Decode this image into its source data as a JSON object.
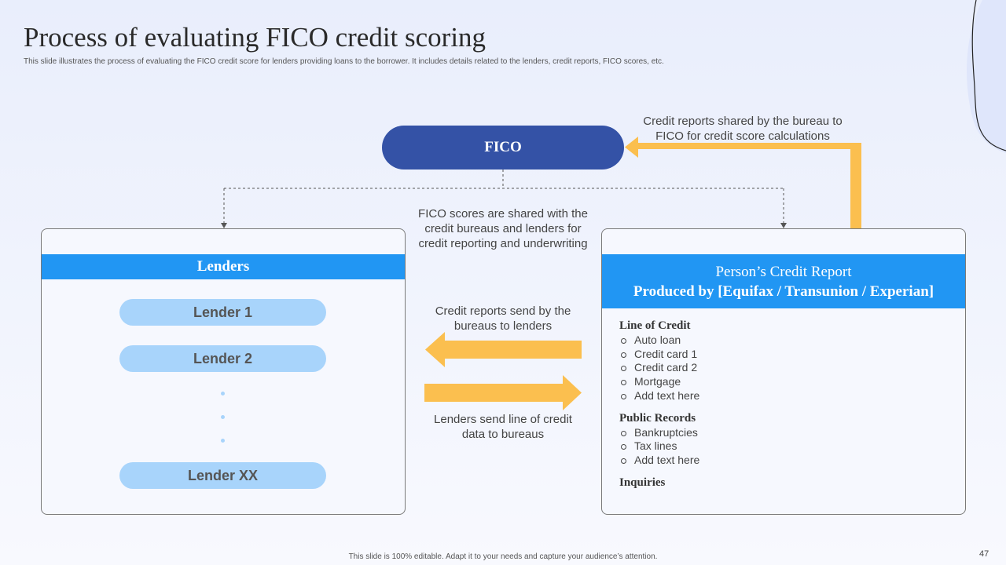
{
  "slide": {
    "title": "Process of evaluating FICO credit scoring",
    "subtitle": "This slide illustrates the process of evaluating the FICO credit score for lenders providing loans to the borrower. It includes details related to the lenders, credit reports, FICO scores, etc.",
    "footer": "This slide is 100% editable. Adapt it to your needs and capture your audience’s attention.",
    "page_number": "47"
  },
  "fico": {
    "label": "FICO"
  },
  "notes": {
    "bureau_to_fico": "Credit reports shared by the bureau to FICO for credit score calculations",
    "scores_shared": "FICO scores are shared with the credit bureaus and lenders for credit reporting and underwriting",
    "bureaus_to_lenders": "Credit reports send by the bureaus to lenders",
    "lenders_to_bureaus": "Lenders send line of credit data to bureaus"
  },
  "lenders": {
    "heading": "Lenders",
    "items": [
      "Lender 1",
      "Lender 2",
      "Lender XX"
    ]
  },
  "report": {
    "heading_line1": "Person’s Credit Report",
    "heading_line2": "Produced by [Equifax / Transunion / Experian]",
    "sections": [
      {
        "title": "Line of Credit",
        "items": [
          "Auto loan",
          "Credit card 1",
          "Credit card 2",
          "Mortgage",
          "Add text here"
        ]
      },
      {
        "title": "Public Records",
        "items": [
          "Bankruptcies",
          "Tax lines",
          "Add text here"
        ]
      },
      {
        "title": "Inquiries",
        "items": []
      }
    ]
  },
  "colors": {
    "fico_fill": "#3452a6",
    "band_blue": "#2196f3",
    "lender_pill": "#a8d4fb",
    "arrow_yellow": "#fbbf4f"
  }
}
